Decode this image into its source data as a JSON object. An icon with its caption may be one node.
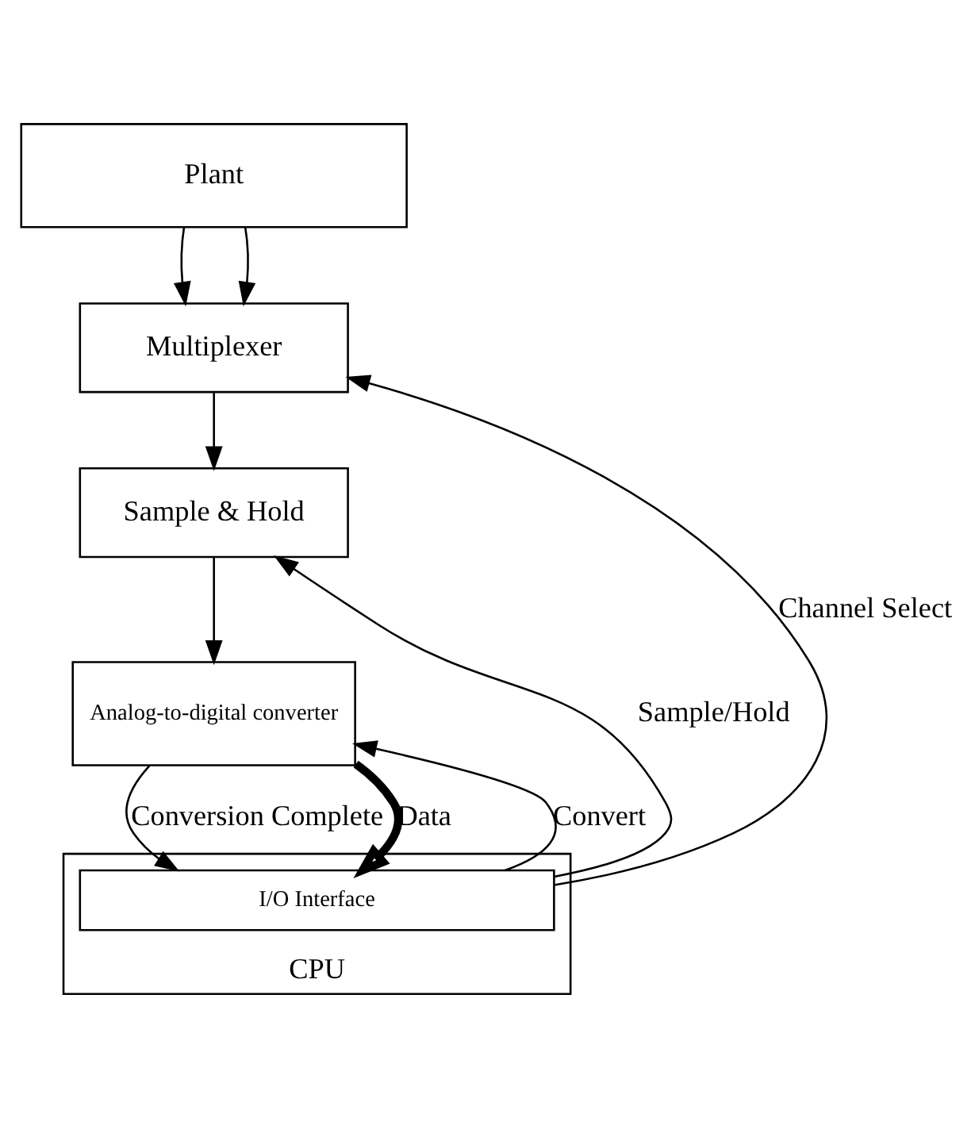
{
  "diagram": {
    "nodes": [
      {
        "text": [
          "Plant"
        ]
      },
      {
        "text": [
          "Multiplexer"
        ]
      },
      {
        "text": [
          "Sample & Hold"
        ]
      },
      {
        "text": [
          "Analog-to-digital converter"
        ]
      },
      {
        "text": [
          "CPU"
        ]
      },
      {
        "text": [
          "I/O Interface"
        ],
        "in": 4
      }
    ],
    "edges": [
      {
        "from": 0,
        "to": 1,
        "arrow": "to"
      },
      {
        "from": 0,
        "to": 1,
        "arrow": "to"
      },
      {
        "from": 1,
        "to": 2,
        "arrow": "to"
      },
      {
        "from": 2,
        "to": 3,
        "arrow": "to"
      },
      {
        "from": 5,
        "to": 1,
        "arrow": "to",
        "label": "Channel Select"
      },
      {
        "from": 5,
        "to": 2,
        "arrow": "to",
        "label": "Sample/Hold"
      },
      {
        "from": 5,
        "to": 3,
        "arrow": "to",
        "label": "Convert"
      },
      {
        "from": 3,
        "to": 5,
        "arrow": "to",
        "label": "Conversion Complete"
      },
      {
        "from": 3,
        "to": 5,
        "arrow": "to",
        "label": "Data",
        "style": "thick"
      }
    ]
  }
}
